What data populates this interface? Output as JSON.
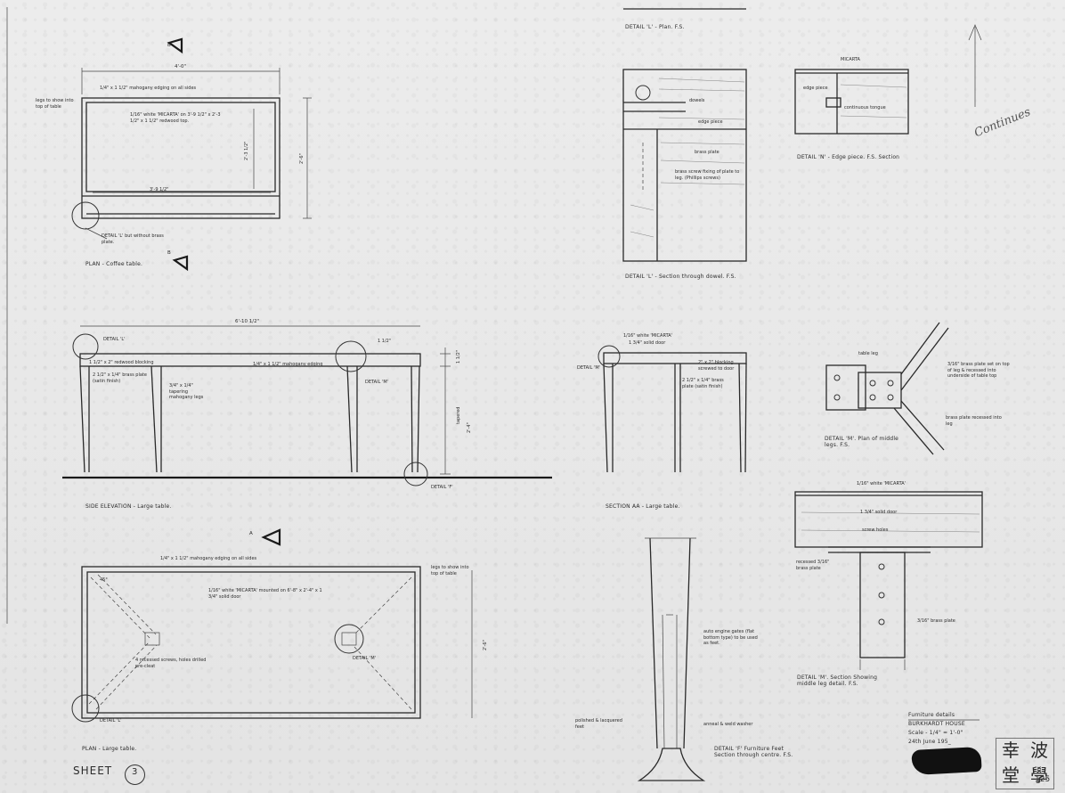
{
  "detail_l_title": "DETAIL 'L' - Plan. F.S.",
  "detail_l_section_title": "DETAIL 'L' - Section through dowel. F.S.",
  "detail_n_title": "DETAIL 'N' - Edge piece. F.S. Section",
  "detail_m_title": "DETAIL 'M'. Plan of middle legs. F.S.",
  "detail_m_section_title": "DETAIL 'M'. Section Showing middle leg detail. F.S.",
  "detail_f_title": "DETAIL 'F' Furniture Feet Section through centre. F.S.",
  "plan_coffee_title": "PLAN - Coffee table.",
  "side_elevation_title": "SIDE ELEVATION - Large table.",
  "section_aa_title": "SECTION AA - Large table.",
  "plan_large_title": "PLAN - Large table.",
  "sheet_label": "SHEET",
  "sheet_number": "3",
  "title_block": {
    "line1": "Furniture details",
    "line2": "BURKHARDT HOUSE",
    "line3": "Scale - 1/4\" = 1'-0\"",
    "line4": "24th June 195_"
  },
  "page_number": "125",
  "handwritten_note": "Continues",
  "stamp_chars": [
    "幸",
    "波",
    "堂",
    "學"
  ],
  "coffee_table_notes": {
    "dim_width": "4'-0\"",
    "dim_inner_width": "3'-9 1/2\"",
    "dim_depth": "2'-6\"",
    "dim_inner_depth": "2'-3 1/2\"",
    "edging": "1/4\" x 1 1/2\" mahogany edging on all sides",
    "top": "1/16\" white 'MICARTA' on 3'-9 1/2\" x 2'-3 1/2\" x 1 1/2\" redwood top.",
    "legs": "legs to show into top of table",
    "detail_ref": "DETAIL 'L' but without brass plate.",
    "marker_b": "B"
  },
  "side_elevation_notes": {
    "dim_length": "6'-10 1/2\"",
    "detail_l_ref": "DETAIL 'L'",
    "detail_m_ref": "DETAIL 'M'",
    "detail_f_ref": "DETAIL 'F'",
    "edging": "1/4\" x 1 1/2\" mahogany edging",
    "solid_door": "1 1/2\" x 2\" redwood blocking",
    "brass_plate": "2 1/2\" x 1/4\" brass plate (satin finish)",
    "legs": "3/4\" x 1/4\" tapering mahogany legs",
    "dim_height": "2'-4\"",
    "dim_top": "1 1/2\"",
    "dim_leg": "tapered"
  },
  "section_aa_notes": {
    "micarta": "1/16\" white 'MICARTA'",
    "solid_door": "1 3/4\" solid door",
    "brass_plate": "2 1/2\" x 1/4\" brass plate (satin finish)",
    "blocking": "2\" x 2\" blocking screwed to door",
    "detail_m_ref": "DETAIL 'M'"
  },
  "detail_l_notes": {
    "dowels": "dowels",
    "edge_piece": "edge piece",
    "brass_plate": "brass plate",
    "brass_screw": "brass screw fixing of plate to leg. (Phillips screws)"
  },
  "detail_n_notes": {
    "micarta": "MICARTA",
    "edge_piece": "edge piece",
    "tongue": "continuous tongue"
  },
  "detail_m_notes": {
    "table_leg": "table leg",
    "brass_plate": "3/16\" brass plate set on top of leg & recessed into underside of table top",
    "recessed": "brass plate recessed into leg"
  },
  "detail_m_section_notes": {
    "micarta": "1/16\" white 'MICARTA'",
    "solid_door": "1 3/4\" solid door",
    "screw_holes": "screw holes",
    "recessed": "recessed 3/16\" brass plate",
    "brass_plate": "3/16\" brass plate"
  },
  "detail_f_notes": {
    "polished": "polished & lacquered feet",
    "engine_gates": "auto engine gates (flat bottom type) to be used as feet.",
    "annealed": "anneal & weld washer"
  },
  "plan_large_notes": {
    "edging": "1/4\" x 1 1/2\" mahogany edging on all sides",
    "legs": "legs to show into top of table",
    "top": "1/16\" white 'MICARTA' mounted on 6'-8\" x 2'-4\" x 1 3/4\" solid door",
    "screws": "4 recessed screws, holes drilled pre-cleat",
    "angle": "45°",
    "detail_l_ref": "DETAIL 'L'",
    "detail_m_ref": "DETAIL 'M'",
    "dim_depth": "2'-6\"",
    "marker_a": "A"
  }
}
